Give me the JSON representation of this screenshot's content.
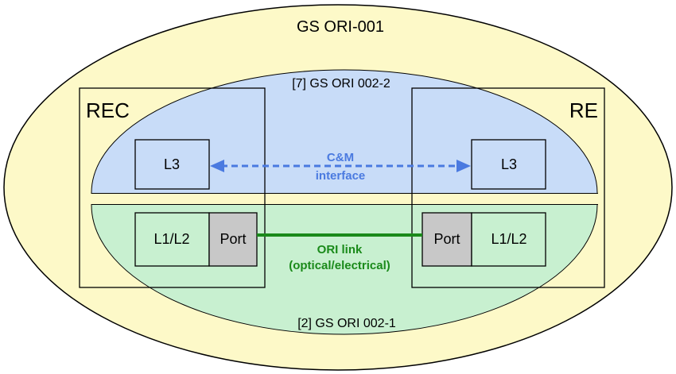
{
  "outer_title": "GS ORI-001",
  "upper_region_label": "[7]  GS ORI 002-2",
  "lower_region_label": "[2]  GS ORI 002-1",
  "rec_label": "REC",
  "re_label": "RE",
  "rec_l3_label": "L3",
  "re_l3_label": "L3",
  "rec_l1l2_label": "L1/L2",
  "re_l1l2_label": "L1/L2",
  "rec_port_label": "Port",
  "re_port_label": "Port",
  "cm_label_line1": "C&M",
  "cm_label_line2": "interface",
  "ori_label_line1": "ORI link",
  "ori_label_line2": "(optical/electrical)",
  "colors": {
    "outer_fill": "#fdf9c8",
    "upper_fill": "#c8dcf8",
    "lower_fill": "#c8f0d0",
    "port_fill": "#c8c8c8",
    "cm_blue": "#4a7ae0",
    "ori_green": "#1a8a1a",
    "stroke": "#000000"
  }
}
